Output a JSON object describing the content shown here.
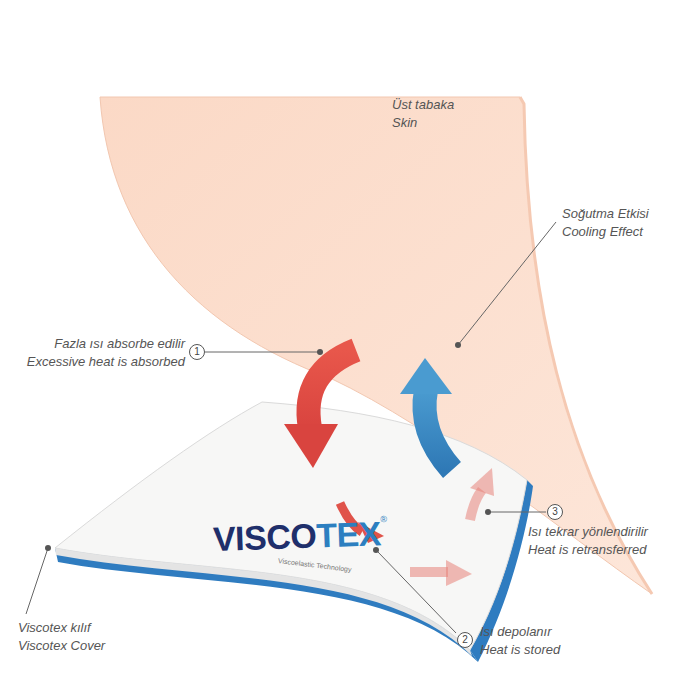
{
  "diagram": {
    "labels": [
      "Üst tabaka",
      "Skin",
      "Soğutma Etkisi",
      "Cooling Effect",
      "Fazla ısı absorbe edilir",
      "Excessive heat is absorbed",
      "1",
      "Isı tekrar yönlendirilir",
      "Heat is retransferred",
      "3",
      "Viscotex kılıf",
      "Viscotex Cover",
      "Isı depolanır",
      "Heat is stored",
      "2",
      "VISCO",
      "TEX",
      "®",
      "Viscoelastic Technology"
    ]
  }
}
